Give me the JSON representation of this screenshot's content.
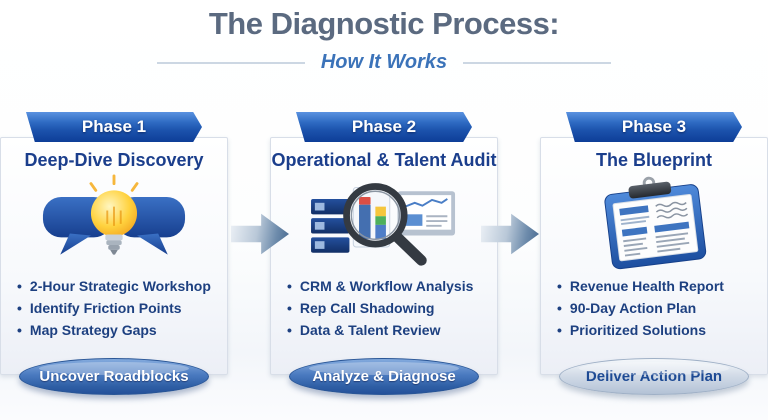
{
  "header": {
    "title": "The Diagnostic Process:",
    "subtitle": "How It Works"
  },
  "phases": [
    {
      "banner": "Phase 1",
      "heading": "Deep-Dive Discovery",
      "icon": "speech-bubbles-lightbulb",
      "bullets": [
        "2-Hour Strategic Workshop",
        "Identify Friction Points",
        "Map Strategy Gaps"
      ],
      "pill": "Uncover Roadblocks",
      "pill_style": "blue"
    },
    {
      "banner": "Phase 2",
      "heading": "Operational & Talent Audit",
      "icon": "magnifier-audit-charts",
      "bullets": [
        "CRM & Workflow Analysis",
        "Rep Call Shadowing",
        "Data & Talent Review"
      ],
      "pill": "Analyze & Diagnose",
      "pill_style": "blue"
    },
    {
      "banner": "Phase 3",
      "heading": "The Blueprint",
      "icon": "clipboard-report",
      "bullets": [
        "Revenue Health Report",
        "90-Day Action Plan",
        "Prioritized Solutions"
      ],
      "pill": "Deliver Action Plan",
      "pill_style": "silver"
    }
  ],
  "colors": {
    "title_text": "#5b6a80",
    "subtitle_text": "#3b73b9",
    "banner_blue_top": "#2e6ac2",
    "banner_blue_bottom": "#0d3d97",
    "card_heading": "#1b3e8c",
    "bullet_text": "#1d4080",
    "pill_blue": "#2f5fa5",
    "pill_silver": "#c3cfdf",
    "arrow_steel_blue": "#45678e"
  }
}
